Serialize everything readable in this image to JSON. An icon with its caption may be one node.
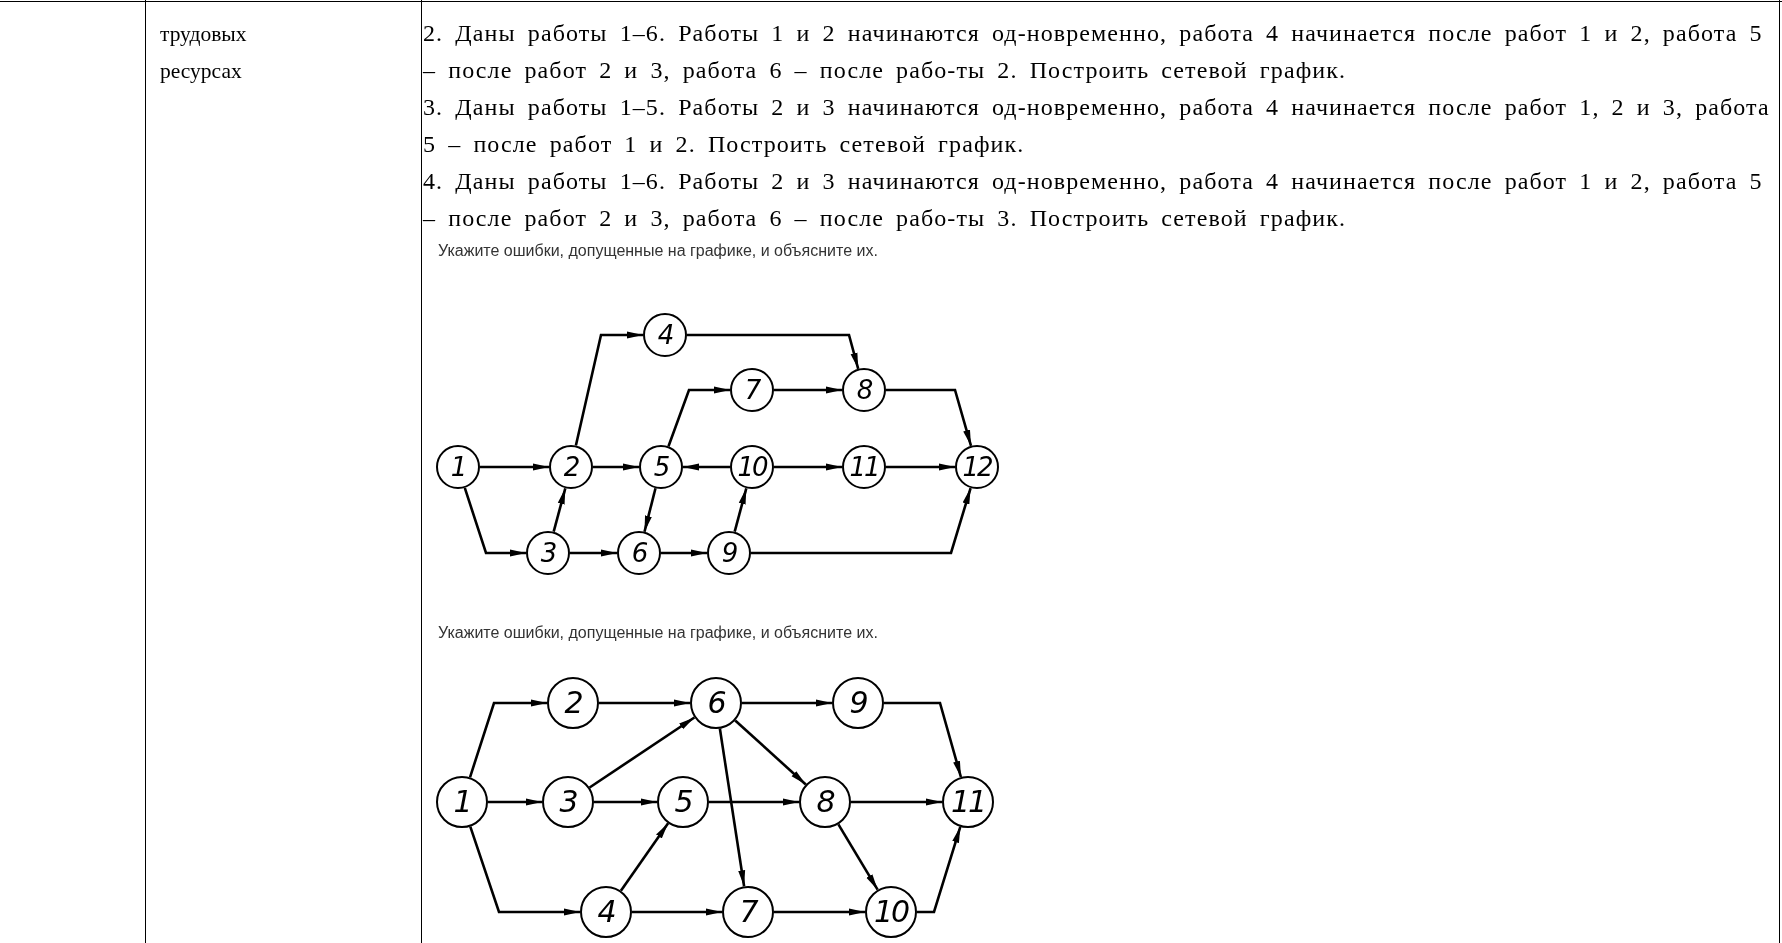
{
  "diagram": {
    "nodes": [
      {
        "text": [
          "1"
        ]
      },
      {
        "text": [
          "2"
        ]
      },
      {
        "text": [
          "3"
        ]
      },
      {
        "text": [
          "4"
        ]
      },
      {
        "text": [
          "5"
        ]
      },
      {
        "text": [
          "6"
        ]
      },
      {
        "text": [
          "7"
        ]
      },
      {
        "text": [
          "8"
        ]
      },
      {
        "text": [
          "9"
        ]
      },
      {
        "text": [
          "10"
        ]
      },
      {
        "text": [
          "11"
        ]
      },
      {
        "text": [
          "12"
        ]
      },
      {
        "text": [
          "1"
        ]
      },
      {
        "text": [
          "2"
        ]
      },
      {
        "text": [
          "3"
        ]
      },
      {
        "text": [
          "4"
        ]
      },
      {
        "text": [
          "5"
        ]
      },
      {
        "text": [
          "6"
        ]
      },
      {
        "text": [
          "7"
        ]
      },
      {
        "text": [
          "8"
        ]
      },
      {
        "text": [
          "9"
        ]
      },
      {
        "text": [
          "10"
        ]
      },
      {
        "text": [
          "11"
        ]
      }
    ],
    "edges": [
      {
        "from": 0,
        "to": 1,
        "arrow": "to"
      },
      {
        "from": 0,
        "to": 2,
        "arrow": "to"
      },
      {
        "from": 1,
        "to": 3,
        "arrow": "to"
      },
      {
        "from": 1,
        "to": 4,
        "arrow": "to"
      },
      {
        "from": 2,
        "to": 1,
        "arrow": "to"
      },
      {
        "from": 2,
        "to": 5,
        "arrow": "to"
      },
      {
        "from": 3,
        "to": 7,
        "arrow": "to"
      },
      {
        "from": 4,
        "to": 6,
        "arrow": "to"
      },
      {
        "from": 4,
        "to": 5,
        "arrow": "to"
      },
      {
        "from": 9,
        "to": 4,
        "arrow": "to"
      },
      {
        "from": 6,
        "to": 7,
        "arrow": "to"
      },
      {
        "from": 7,
        "to": 11,
        "arrow": "to"
      },
      {
        "from": 9,
        "to": 10,
        "arrow": "to"
      },
      {
        "from": 10,
        "to": 11,
        "arrow": "to"
      },
      {
        "from": 5,
        "to": 8,
        "arrow": "to"
      },
      {
        "from": 8,
        "to": 9,
        "arrow": "to"
      },
      {
        "from": 8,
        "to": 11,
        "arrow": "to"
      },
      {
        "from": 12,
        "to": 13,
        "arrow": "to"
      },
      {
        "from": 12,
        "to": 14,
        "arrow": "to"
      },
      {
        "from": 12,
        "to": 15,
        "arrow": "to"
      },
      {
        "from": 13,
        "to": 17,
        "arrow": "to"
      },
      {
        "from": 14,
        "to": 17,
        "arrow": "to"
      },
      {
        "from": 14,
        "to": 16,
        "arrow": "to"
      },
      {
        "from": 15,
        "to": 16,
        "arrow": "to"
      },
      {
        "from": 15,
        "to": 18,
        "arrow": "to"
      },
      {
        "from": 16,
        "to": 19,
        "arrow": "to"
      },
      {
        "from": 17,
        "to": 20,
        "arrow": "to"
      },
      {
        "from": 17,
        "to": 19,
        "arrow": "to"
      },
      {
        "from": 17,
        "to": 18,
        "arrow": "to"
      },
      {
        "from": 19,
        "to": 22,
        "arrow": "to"
      },
      {
        "from": 19,
        "to": 21,
        "arrow": "to"
      },
      {
        "from": 18,
        "to": 21,
        "arrow": "to"
      },
      {
        "from": 20,
        "to": 22,
        "arrow": "to"
      },
      {
        "from": 21,
        "to": 22,
        "arrow": "to"
      }
    ],
    "labels": [
      "трудовых ресурсах",
      "2. Даны работы 1–6. Работы 1 и 2 начинаются од-новременно, работа 4 начинается после работ 1 и 2, работа 5 – после работ 2 и 3, работа 6 – после рабо-ты 2. Построить сетевой график.",
      "3. Даны работы 1–5. Работы 2 и 3 начинаются од-новременно, работа 4 начинается после работ 1, 2 и 3, работа 5 – после работ 1 и 2. Построить сетевой график.",
      "4. Даны работы 1–6. Работы 2 и 3 начинаются од-новременно, работа 4 начинается после работ 1 и 2, работа 5 – после работ 2 и 3, работа 6 – после рабо-ты 3. Построить сетевой график.",
      "Укажите ошибки, допущенные на графике, и объясните их.",
      "Укажите ошибки, допущенные на графике, и объясните их."
    ]
  }
}
